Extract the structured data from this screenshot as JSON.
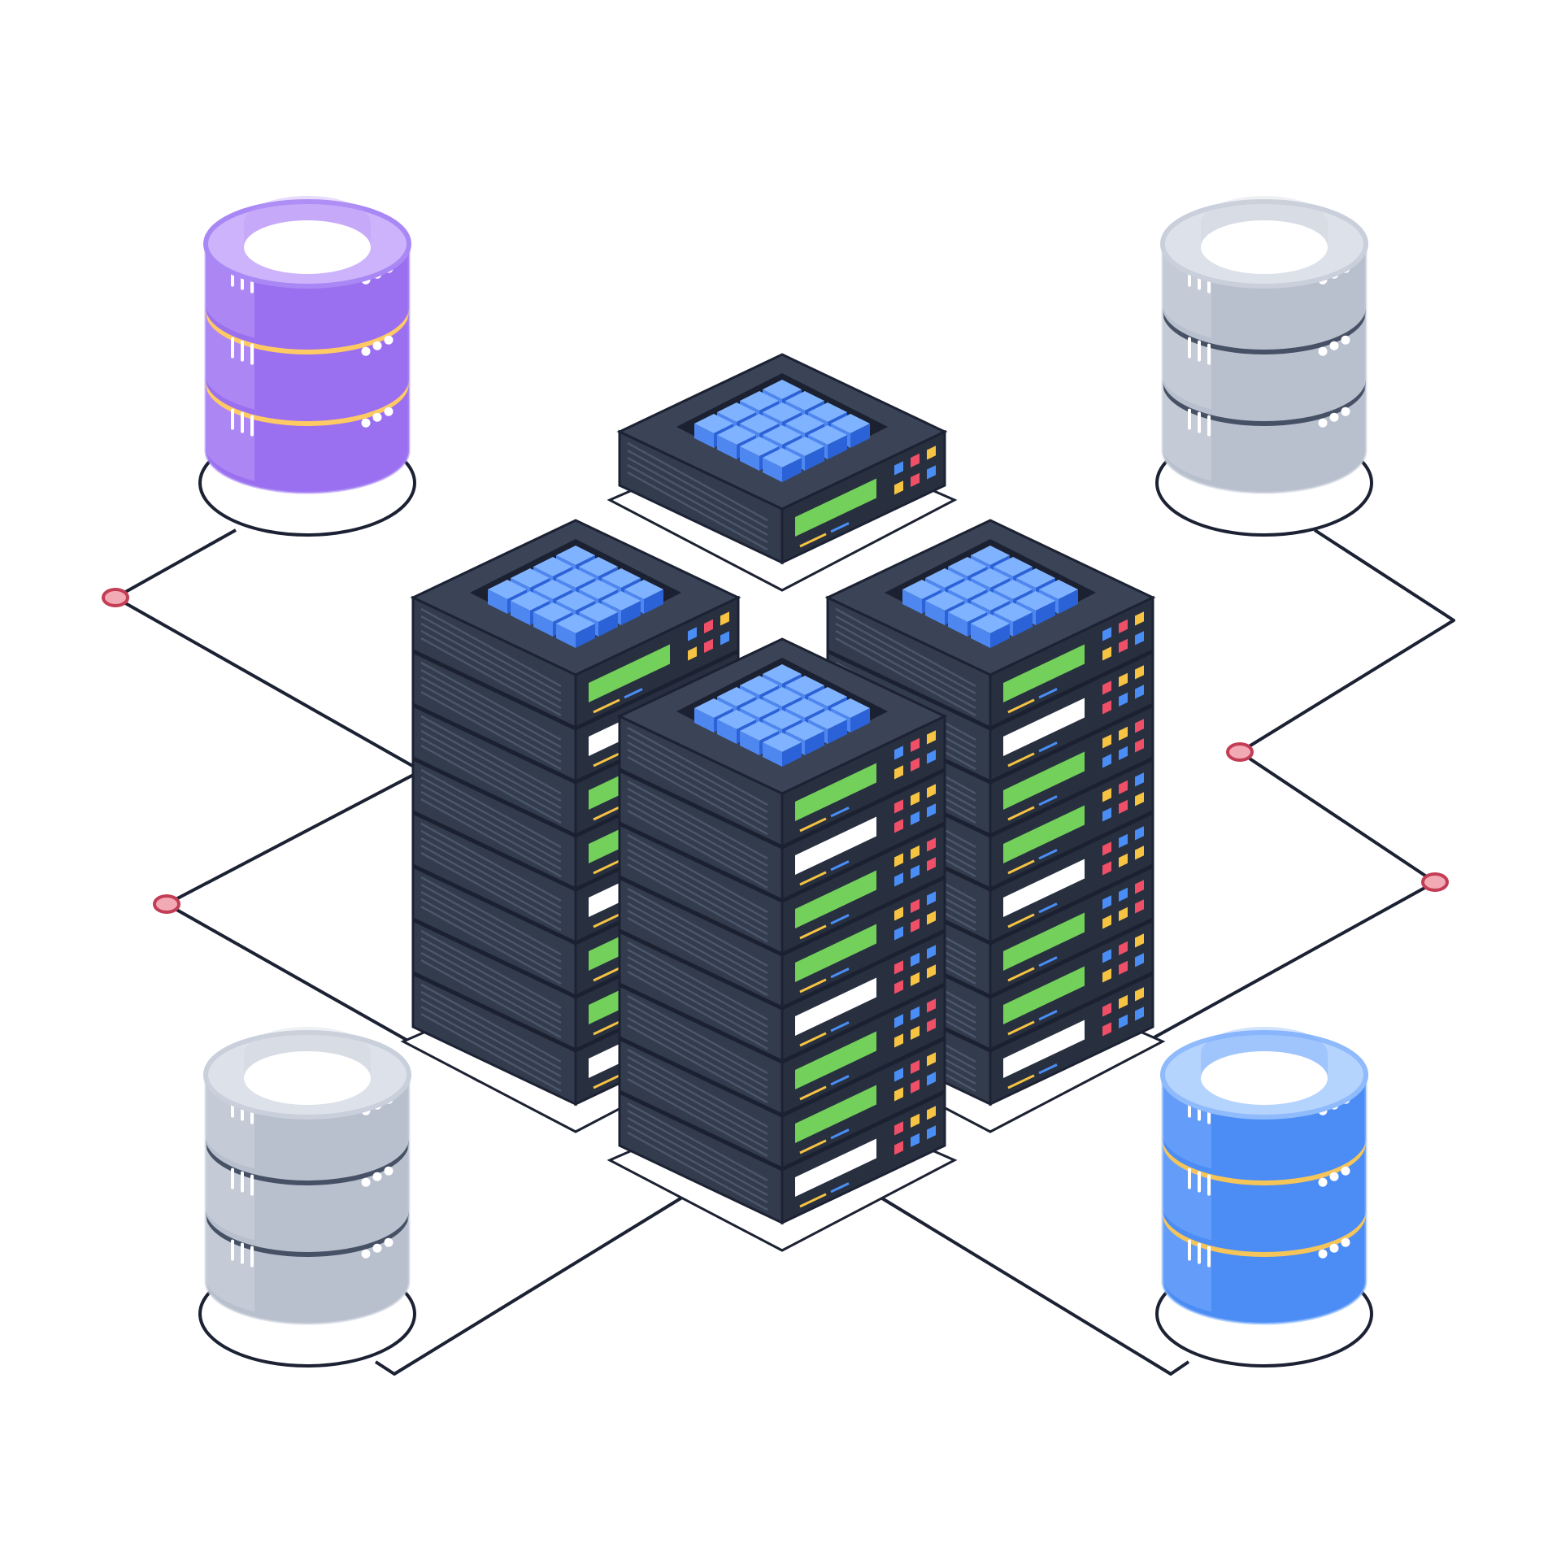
{
  "illustration": {
    "subject": "isometric-server-racks-connected-to-databases",
    "colors": {
      "outline": "#1c2233",
      "rack_top": "#3a4456",
      "rack_left": "#333c4d",
      "rack_right": "#283040",
      "rack_seam": "#1b2130",
      "vent": "#4c566b",
      "cube_top": "#7fb2ff",
      "cube_left": "#4f87f0",
      "cube_right": "#2c62d8",
      "display_green": "#73d05a",
      "display_white": "#ffffff",
      "led_red": "#ef4f67",
      "led_yellow": "#f6c343",
      "led_blue": "#4a8ef5",
      "node_fill": "#f2aab5",
      "node_stroke": "#c33d55",
      "slot_shadow": "#e9ecf2"
    },
    "databases": [
      {
        "position": "top-left",
        "icon": "database-icon",
        "body": "#9b70f0",
        "light": "#b99af7",
        "band": "#ffca63",
        "top": "#cdb3fb",
        "rim": "#a988f5"
      },
      {
        "position": "top-right",
        "icon": "database-icon",
        "body": "#b8bfcd",
        "light": "#cdd3de",
        "band": "#465166",
        "top": "#dde2ea",
        "rim": "#c9cfdb"
      },
      {
        "position": "bottom-left",
        "icon": "database-icon",
        "body": "#b8bfcd",
        "light": "#cdd3de",
        "band": "#465166",
        "top": "#dde2ea",
        "rim": "#c9cfdb"
      },
      {
        "position": "bottom-right",
        "icon": "database-icon",
        "body": "#4b8cf5",
        "light": "#7aabfb",
        "band": "#f5c55a",
        "top": "#b4d3fd",
        "rim": "#8fbafc"
      }
    ],
    "server_racks": [
      {
        "position": "back",
        "units": 1,
        "icon": "server-rack-icon"
      },
      {
        "position": "left",
        "units": 8,
        "icon": "server-rack-icon"
      },
      {
        "position": "right",
        "units": 8,
        "icon": "server-rack-icon"
      },
      {
        "position": "front",
        "units": 8,
        "icon": "server-rack-icon"
      }
    ]
  }
}
